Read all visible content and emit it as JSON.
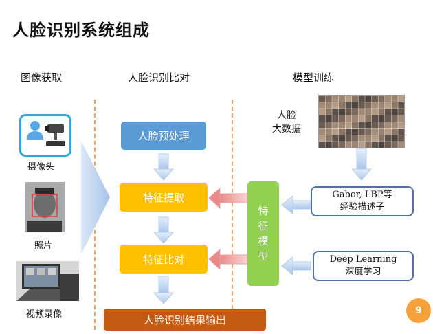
{
  "title": "人脸识别系统组成",
  "columns": {
    "acquire": "图像获取",
    "compare": "人脸识别比对",
    "train": "模型训练"
  },
  "acquire_items": {
    "camera": "摄像头",
    "photo": "照片",
    "video": "视频录像"
  },
  "flow": {
    "preprocess": "人脸预处理",
    "extract": "特征提取",
    "match": "特征比对",
    "output": "人脸识别结果输出"
  },
  "model": {
    "chars": [
      "特",
      "征",
      "模",
      "型"
    ]
  },
  "big_data": {
    "line1": "人脸",
    "line2": "大数据"
  },
  "descriptors": {
    "line1": "Gabor, LBP等",
    "line2": "经验描述子"
  },
  "deep": {
    "line1": "Deep Learning",
    "line2": "深度学习"
  },
  "page_number": "9",
  "colors": {
    "blue": "#5b9bd5",
    "yellow": "#ffc000",
    "orange": "#c55a11",
    "green": "#92d050",
    "outline": "#4f6fb3",
    "badge": "#f6a13a"
  }
}
